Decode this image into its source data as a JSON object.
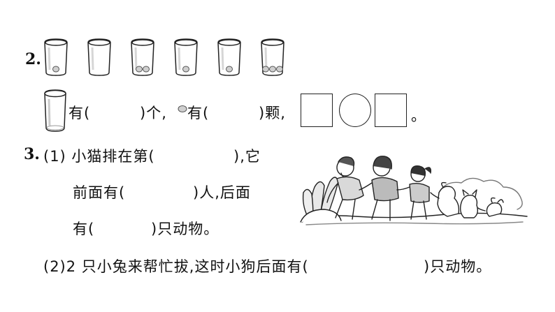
{
  "q2": {
    "number": "2.",
    "glass_marble_counts": [
      1,
      0,
      2,
      1,
      1,
      3
    ],
    "sentence": {
      "part1": "有(",
      "part2": ")个,",
      "part3": "有(",
      "part4": ")颗,",
      "end_mark": "。"
    }
  },
  "q3": {
    "number": "3.",
    "part1": {
      "line1": "(1) 小猫排在第(",
      "line1_end": "),它",
      "line2": "前面有(",
      "line2_end": ")人,后面",
      "line3": "有(",
      "line3_end": ")只动物。"
    },
    "part2": {
      "text": "(2)2 只小兔来帮忙拔,这时小狗后面有(",
      "text_end": ")只动物。"
    }
  }
}
